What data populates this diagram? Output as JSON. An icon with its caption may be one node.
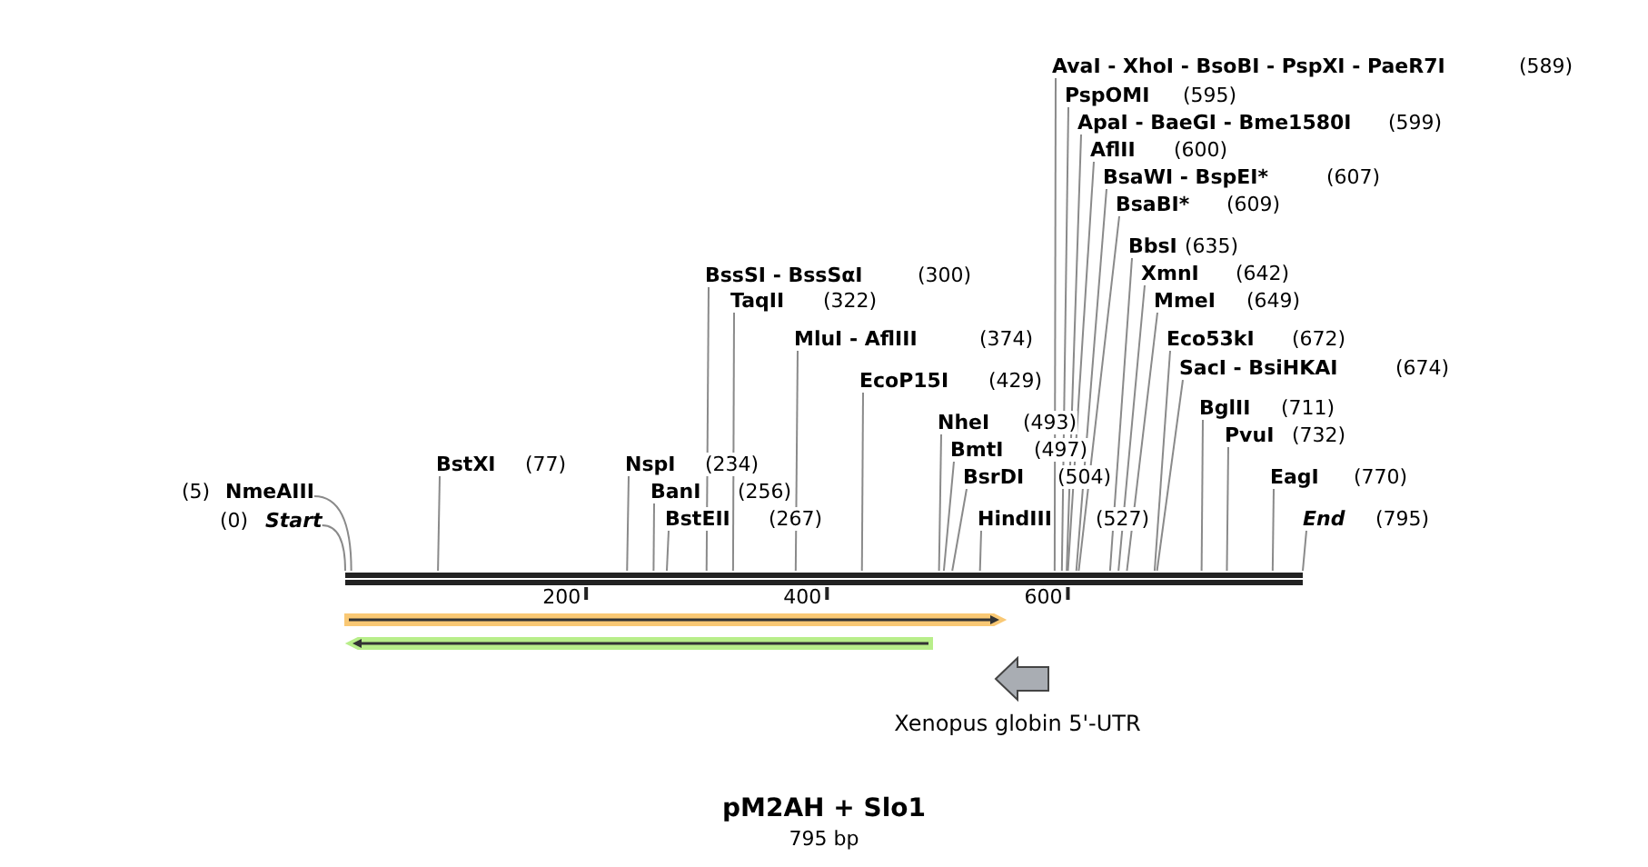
{
  "diagram": {
    "title": "pM2AH + Slo1",
    "caption": "795 bp",
    "nodes": [
      {
        "text": [
          "AvaI - XhoI - BsoBI - PspXI - PaeR7I",
          "(589)"
        ]
      },
      {
        "text": [
          "PspOMI",
          "(595)"
        ]
      },
      {
        "text": [
          "ApaI - BaeGI - Bme1580I",
          "(599)"
        ]
      },
      {
        "text": [
          "AflII",
          "(600)"
        ]
      },
      {
        "text": [
          "BsaWI - BspEI*",
          "(607)"
        ]
      },
      {
        "text": [
          "BsaBI*",
          "(609)"
        ]
      },
      {
        "text": [
          "BbsI",
          "(635)"
        ]
      },
      {
        "text": [
          "BssSI - BssSαI",
          "(300)"
        ]
      },
      {
        "text": [
          "XmnI",
          "(642)"
        ]
      },
      {
        "text": [
          "TaqII",
          "(322)"
        ]
      },
      {
        "text": [
          "MmeI",
          "(649)"
        ]
      },
      {
        "text": [
          "MluI - AflIII",
          "(374)"
        ]
      },
      {
        "text": [
          "Eco53kI",
          "(672)"
        ]
      },
      {
        "text": [
          "SacI - BsiHKAI",
          "(674)"
        ]
      },
      {
        "text": [
          "EcoP15I",
          "(429)"
        ]
      },
      {
        "text": [
          "BglII",
          "(711)"
        ]
      },
      {
        "text": [
          "NheI",
          "(493)"
        ]
      },
      {
        "text": [
          "PvuI",
          "(732)"
        ]
      },
      {
        "text": [
          "BmtI",
          "(497)"
        ]
      },
      {
        "text": [
          "BstXI",
          "(77)"
        ]
      },
      {
        "text": [
          "NspI",
          "(234)"
        ]
      },
      {
        "text": [
          "BsrDI",
          "(504)"
        ]
      },
      {
        "text": [
          "EagI",
          "(770)"
        ]
      },
      {
        "text": [
          "(5)",
          "NmeAIII"
        ]
      },
      {
        "text": [
          "BanI",
          "(256)"
        ]
      },
      {
        "text": [
          "(0)",
          "Start"
        ]
      },
      {
        "text": [
          "BstEII",
          "(267)"
        ]
      },
      {
        "text": [
          "HindIII",
          "(527)"
        ]
      },
      {
        "text": [
          "End",
          "(795)"
        ]
      },
      {
        "text": [],
        "shape": "bar"
      },
      {
        "text": [
          "Xenopus globin 5'-UTR"
        ]
      }
    ],
    "edges": [
      {
        "from": 0,
        "to": 29,
        "arrow": "none"
      },
      {
        "from": 1,
        "to": 29,
        "arrow": "none"
      },
      {
        "from": 2,
        "to": 29,
        "arrow": "none"
      },
      {
        "from": 3,
        "to": 29,
        "arrow": "none"
      },
      {
        "from": 4,
        "to": 29,
        "arrow": "none"
      },
      {
        "from": 5,
        "to": 29,
        "arrow": "none"
      },
      {
        "from": 6,
        "to": 29,
        "arrow": "none"
      },
      {
        "from": 7,
        "to": 29,
        "arrow": "none"
      },
      {
        "from": 8,
        "to": 29,
        "arrow": "none"
      },
      {
        "from": 9,
        "to": 29,
        "arrow": "none"
      },
      {
        "from": 10,
        "to": 29,
        "arrow": "none"
      },
      {
        "from": 11,
        "to": 29,
        "arrow": "none"
      },
      {
        "from": 12,
        "to": 29,
        "arrow": "none"
      },
      {
        "from": 13,
        "to": 29,
        "arrow": "none"
      },
      {
        "from": 14,
        "to": 29,
        "arrow": "none"
      },
      {
        "from": 15,
        "to": 29,
        "arrow": "none"
      },
      {
        "from": 16,
        "to": 29,
        "arrow": "none"
      },
      {
        "from": 17,
        "to": 29,
        "arrow": "none"
      },
      {
        "from": 18,
        "to": 29,
        "arrow": "none"
      },
      {
        "from": 19,
        "to": 29,
        "arrow": "none"
      },
      {
        "from": 20,
        "to": 29,
        "arrow": "none"
      },
      {
        "from": 21,
        "to": 29,
        "arrow": "none"
      },
      {
        "from": 22,
        "to": 29,
        "arrow": "none"
      },
      {
        "from": 23,
        "to": 29,
        "arrow": "none"
      },
      {
        "from": 24,
        "to": 29,
        "arrow": "none"
      },
      {
        "from": 25,
        "to": 29,
        "arrow": "none"
      },
      {
        "from": 26,
        "to": 29,
        "arrow": "none"
      },
      {
        "from": 27,
        "to": 29,
        "arrow": "none"
      },
      {
        "from": 28,
        "to": 29,
        "arrow": "none"
      }
    ],
    "labels": [
      "200",
      "400",
      "600"
    ]
  }
}
